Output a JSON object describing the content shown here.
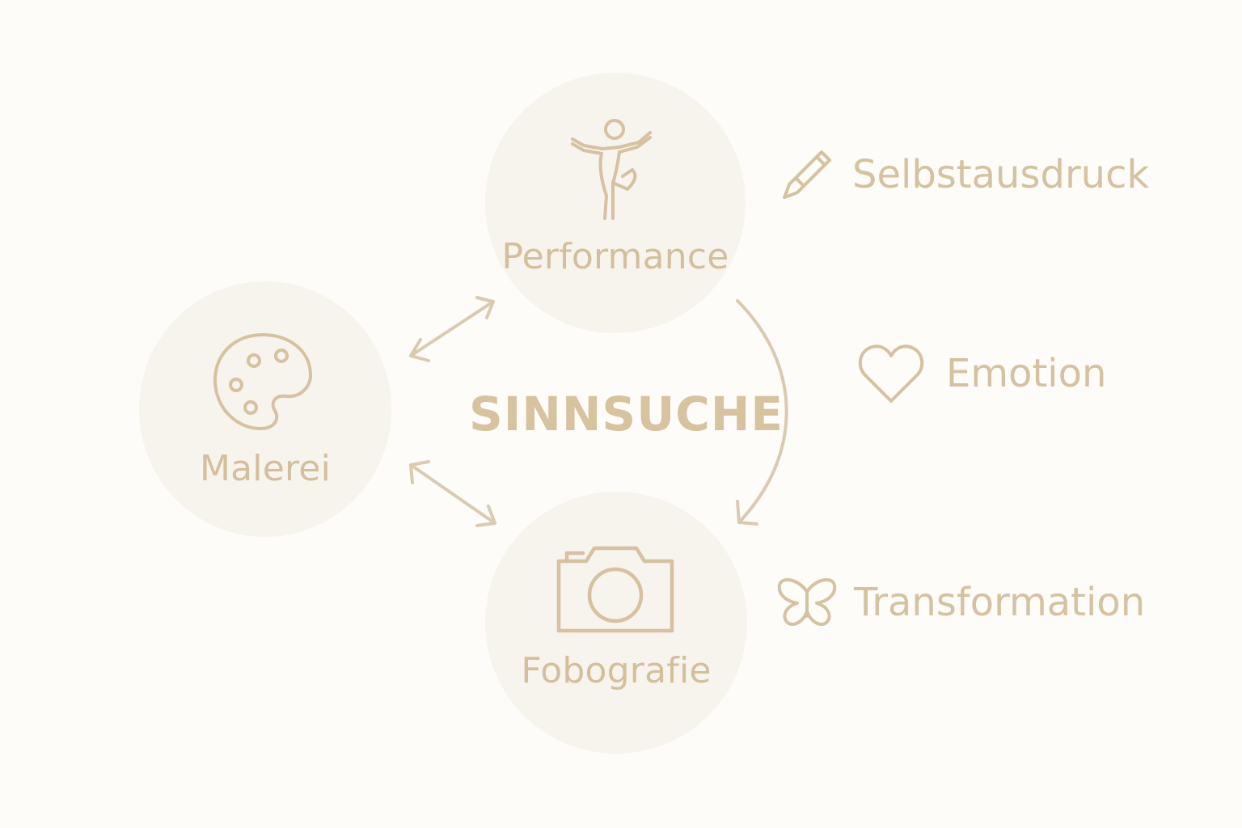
{
  "diagram": {
    "center": {
      "title": "SINNSUCHE"
    },
    "nodes": [
      {
        "id": "performance",
        "label": "Performance",
        "icon": "dancer-icon"
      },
      {
        "id": "malerei",
        "label": "Malerei",
        "icon": "palette-icon"
      },
      {
        "id": "fotografie",
        "label": "Fobografie",
        "icon": "camera-icon"
      }
    ],
    "aspects": [
      {
        "label": "Selbstausdruck",
        "icon": "paintbrush-icon"
      },
      {
        "label": "Emotion",
        "icon": "heart-icon"
      },
      {
        "label": "Transformation",
        "icon": "butterfly-icon"
      }
    ],
    "colors": {
      "background": "#fdfcf9",
      "circle_fill": "#f7f3ed",
      "accent": "#d6c1a0"
    }
  }
}
